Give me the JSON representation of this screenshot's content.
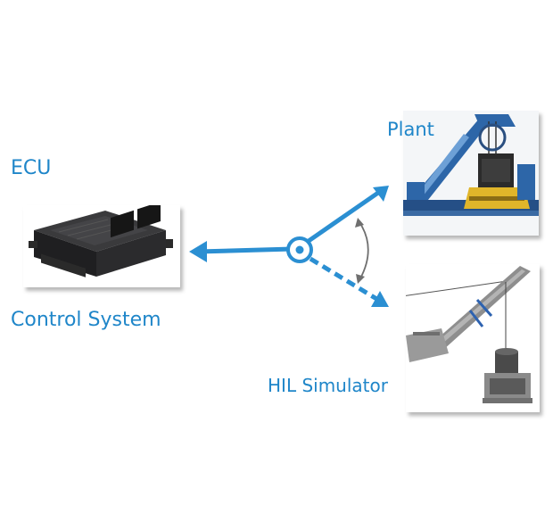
{
  "labels": {
    "ecu": "ECU",
    "control_system": "Control System",
    "plant": "Plant",
    "hil_simulator": "HIL Simulator"
  },
  "colors": {
    "accent": "#1f86c9",
    "arrow": "#2b8fd2",
    "curve": "#6f6f6f"
  },
  "images": {
    "ecu": "ecu-module-photo",
    "plant": "subsea-launch-system-photo",
    "hil": "subsea-launch-system-3d-model"
  }
}
